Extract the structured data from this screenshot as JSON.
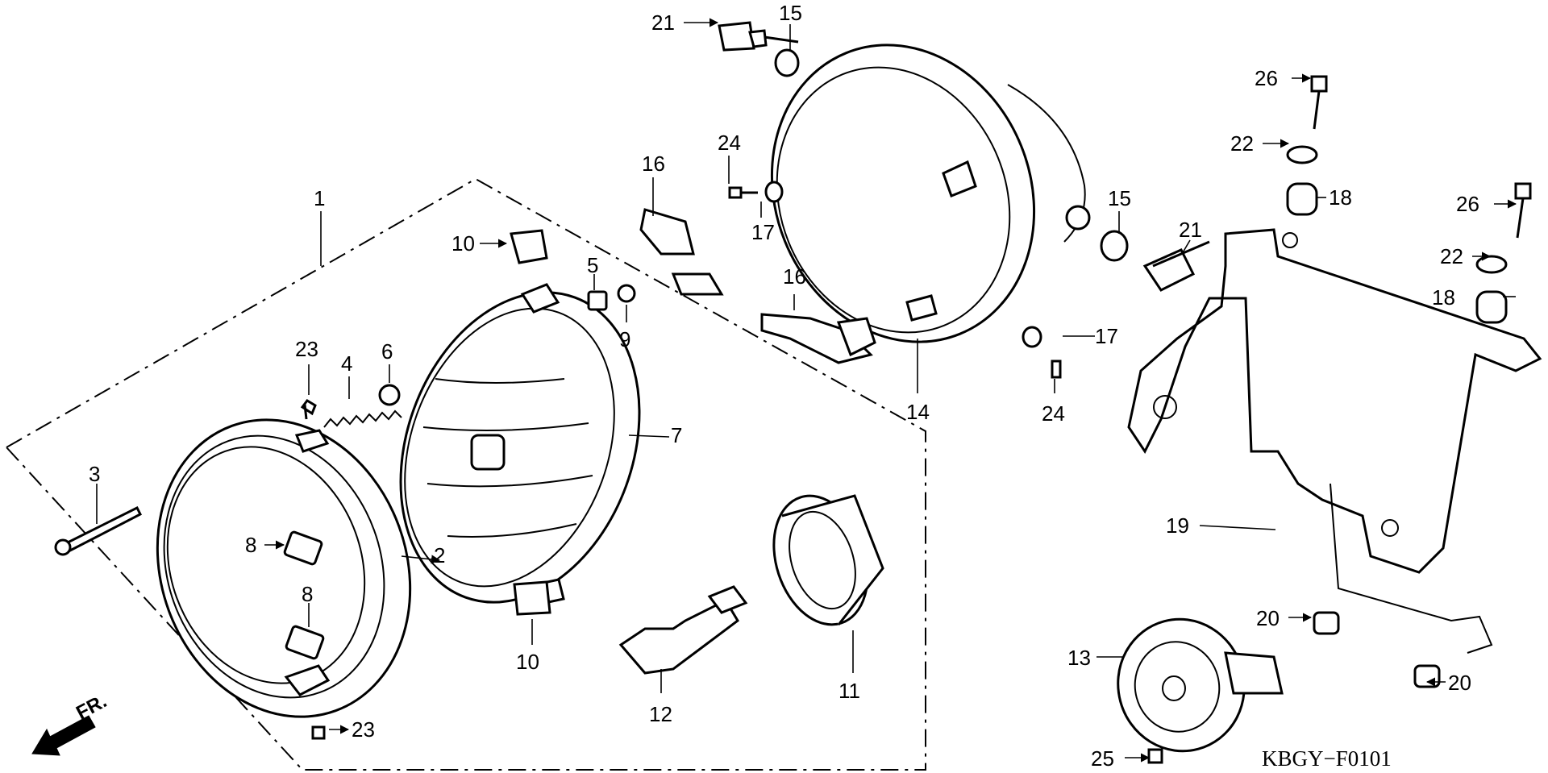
{
  "diagram": {
    "code": "KBGY−F0101",
    "direction_label": "FR.",
    "callouts": [
      "1",
      "2",
      "3",
      "4",
      "5",
      "6",
      "7",
      "8",
      "8",
      "9",
      "10",
      "10",
      "11",
      "12",
      "13",
      "14",
      "15",
      "15",
      "16",
      "16",
      "17",
      "17",
      "18",
      "18",
      "19",
      "20",
      "20",
      "21",
      "21",
      "22",
      "22",
      "23",
      "23",
      "24",
      "24",
      "25",
      "26",
      "26"
    ]
  }
}
